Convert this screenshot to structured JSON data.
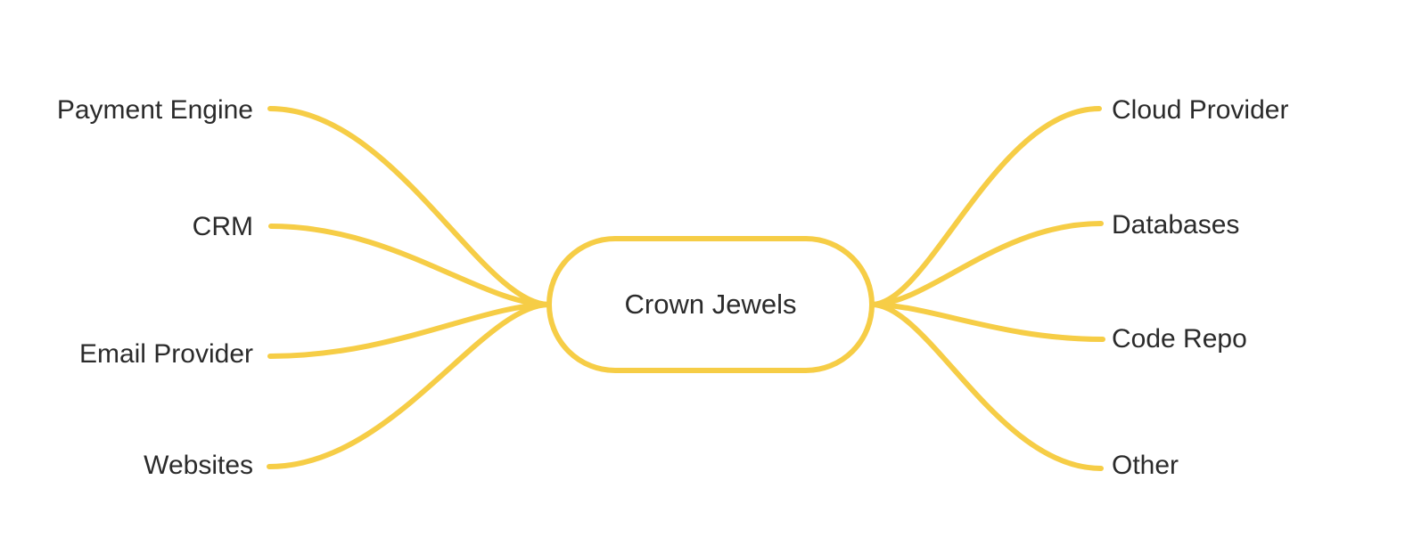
{
  "diagram": {
    "type": "mindmap",
    "center_node": {
      "label": "Crown Jewels"
    },
    "left_branches": [
      {
        "label": "Payment Engine"
      },
      {
        "label": "CRM"
      },
      {
        "label": "Email Provider"
      },
      {
        "label": "Websites"
      }
    ],
    "right_branches": [
      {
        "label": "Cloud Provider"
      },
      {
        "label": "Databases"
      },
      {
        "label": "Code Repo"
      },
      {
        "label": "Other"
      }
    ],
    "colors": {
      "branch": "#F6CD46",
      "node_border": "#F6CD46",
      "node_fill": "#FFFFFF",
      "text": "#2B2B2B",
      "background": "#FFFFFF"
    }
  }
}
